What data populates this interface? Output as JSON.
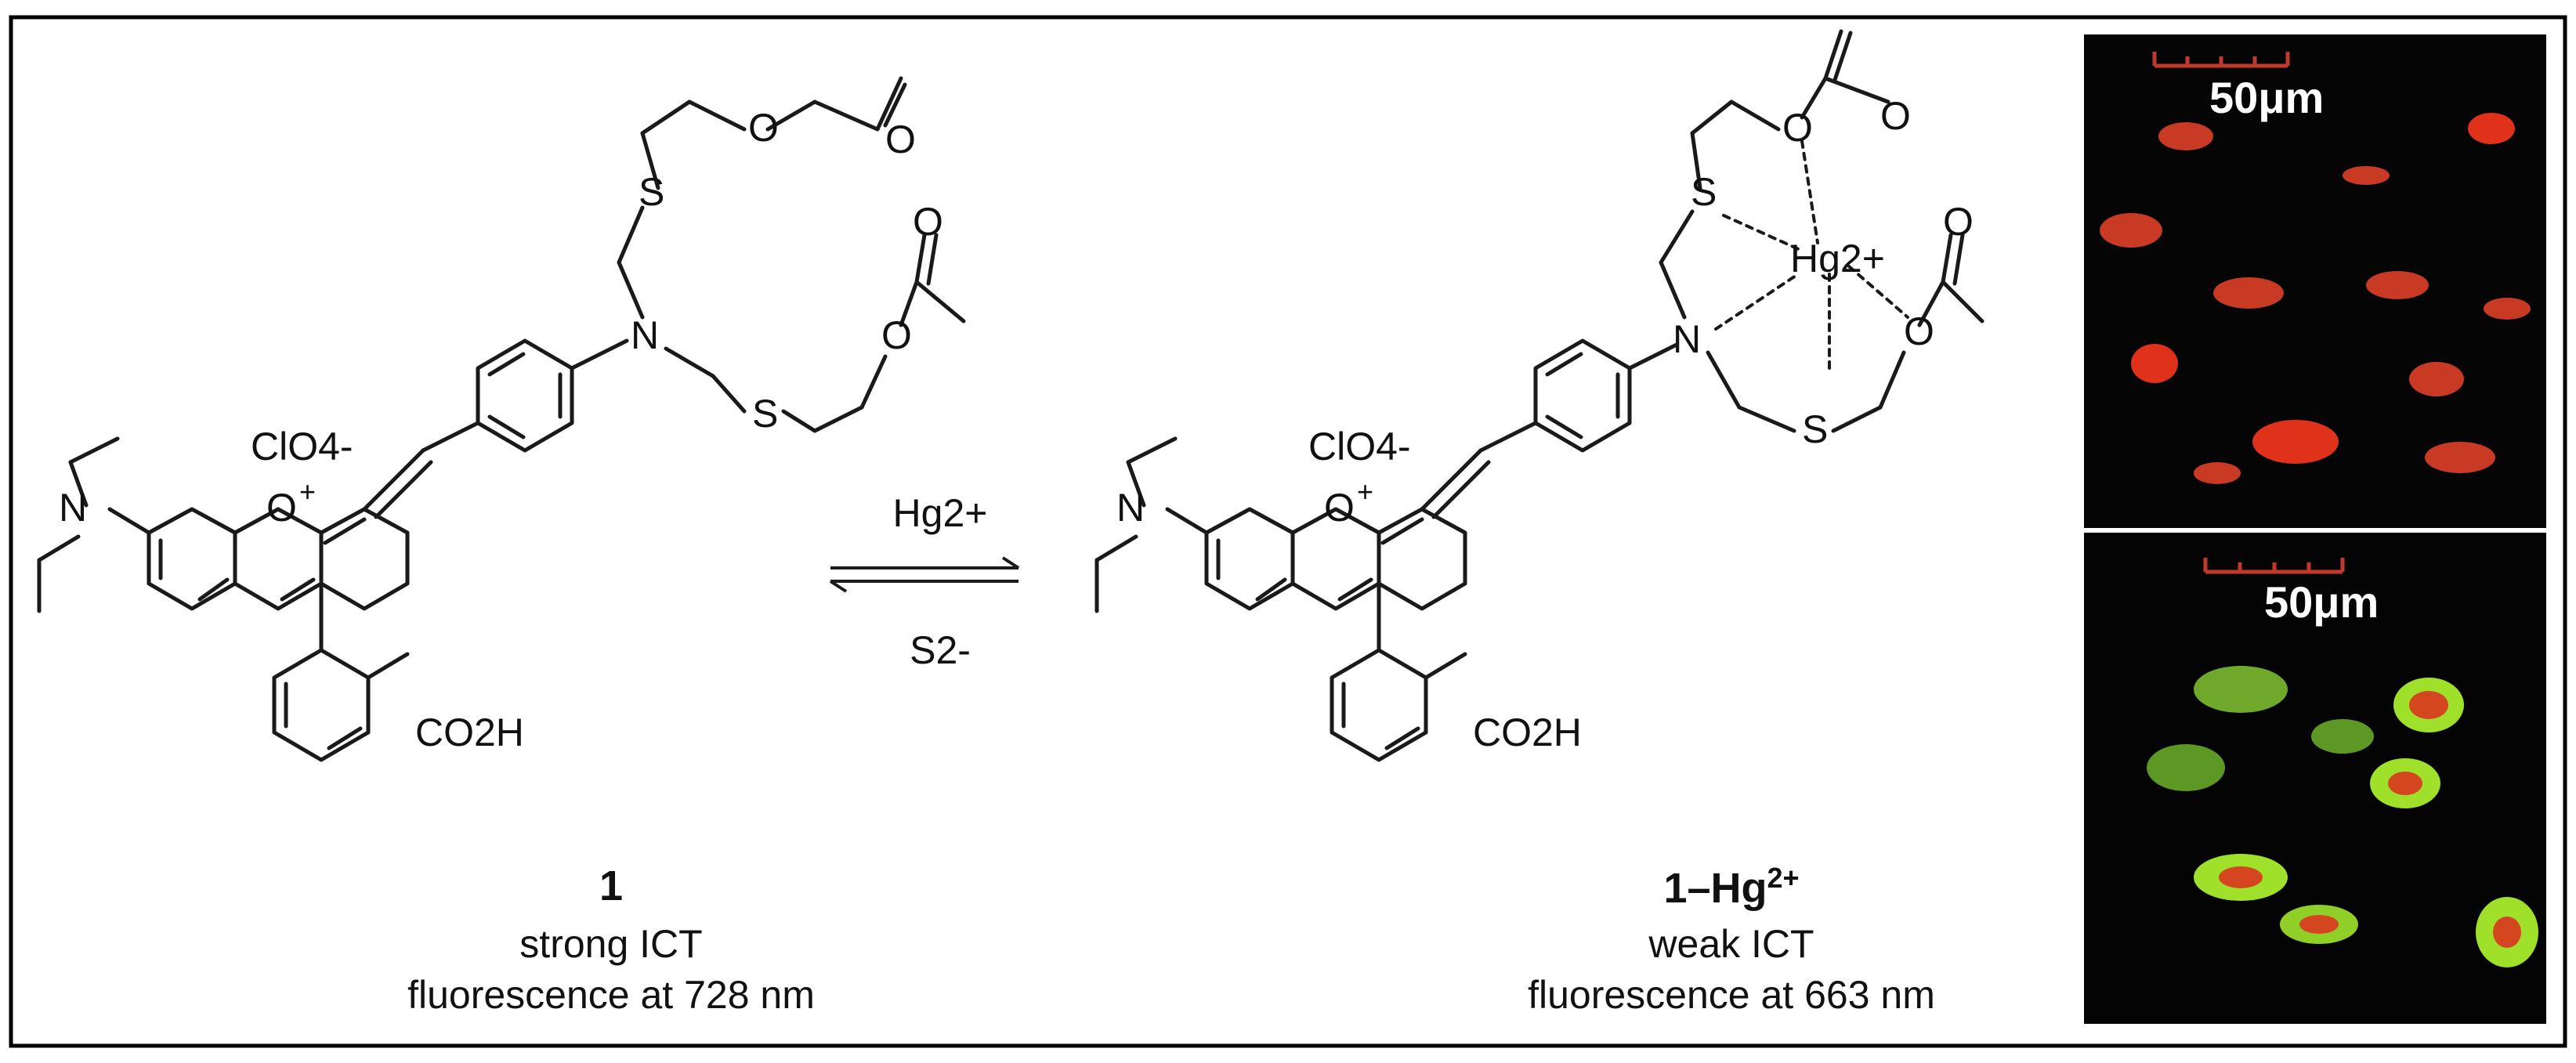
{
  "scheme": {
    "left": {
      "id": "1",
      "line1": "strong ICT",
      "line2": "fluorescence at 728 nm",
      "counterion": "ClO4-",
      "substituent": "CO2H"
    },
    "right": {
      "id": "1–Hg2+",
      "id_main": "1–Hg",
      "id_sup": "2+",
      "line1": "weak ICT",
      "line2": "fluorescence at 663 nm",
      "counterion": "ClO4-",
      "metal": "Hg2+",
      "substituent": "CO2H"
    },
    "equilibrium": {
      "forward_reagent": "Hg2+",
      "reverse_reagent": "S2-"
    }
  },
  "micrographs": {
    "top": {
      "scale_label": "50μm",
      "channel_color": "#e8321e"
    },
    "bottom": {
      "scale_label": "50μm",
      "channel_color": "#9fe02a"
    }
  },
  "colors": {
    "frame": "#000000",
    "bond": "#1a1a1a",
    "scale_bar": "#c0392b"
  }
}
